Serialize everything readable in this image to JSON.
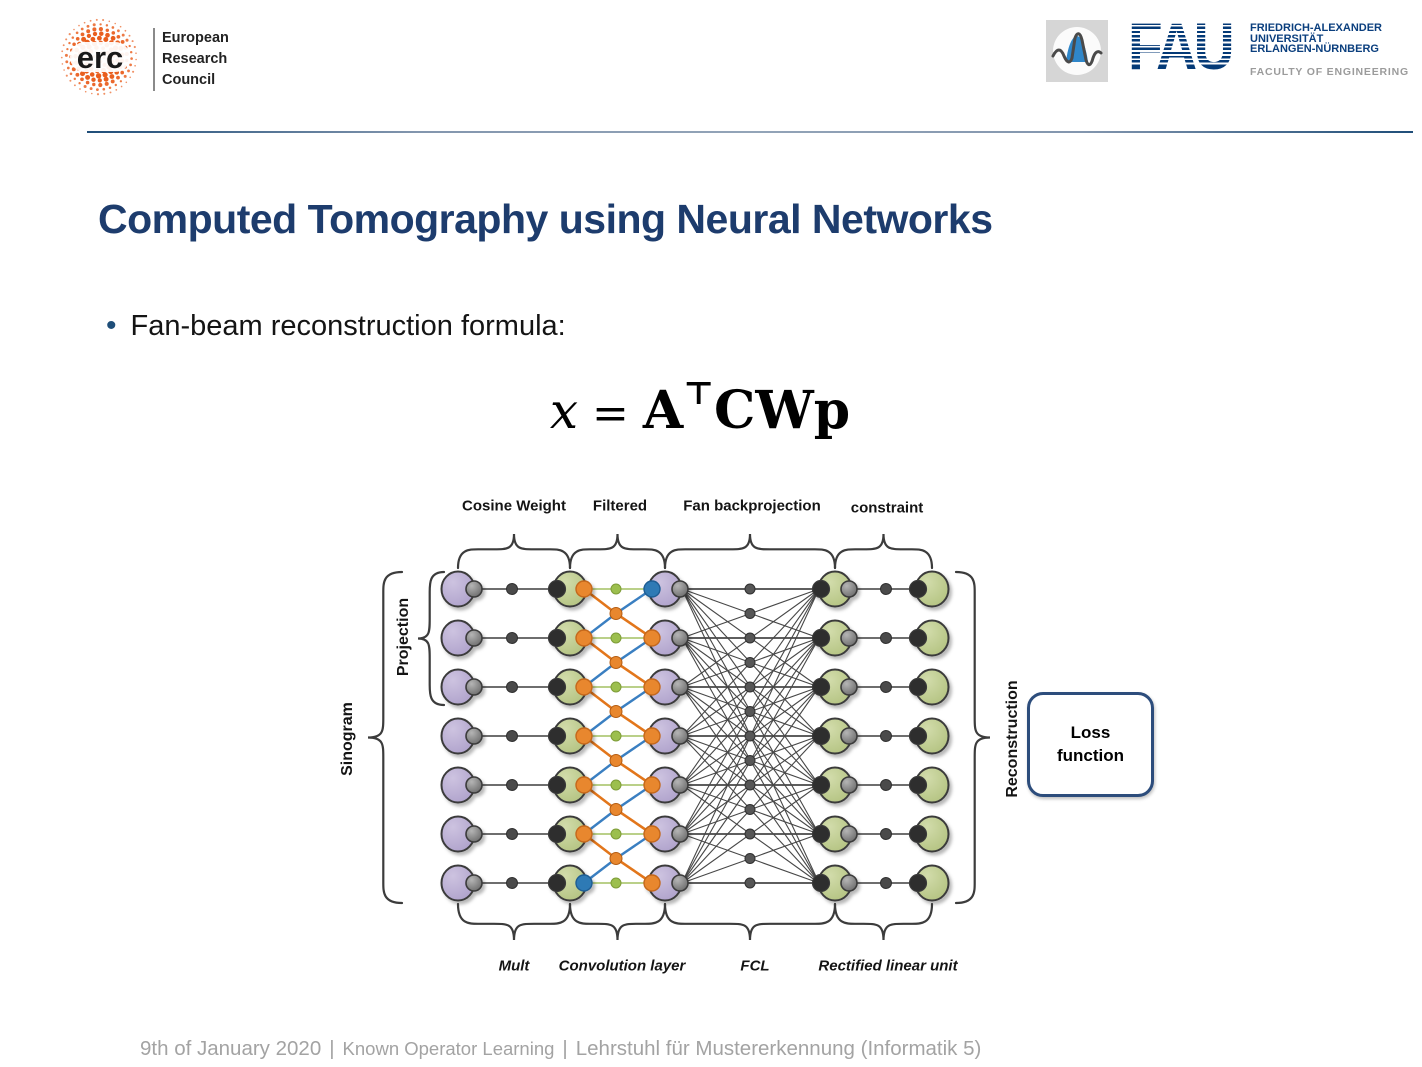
{
  "header": {
    "erc": {
      "acronym": "erc",
      "lines": [
        "European",
        "Research",
        "Council"
      ],
      "burst_color": "#e95d1c"
    },
    "lab_icon": "pattern-recognition-wave-icon",
    "fau": {
      "acronym": "FAU",
      "name_lines": [
        "FRIEDRICH-ALEXANDER",
        "UNIVERSITÄT",
        "ERLANGEN-NÜRNBERG"
      ],
      "faculty": "FACULTY OF ENGINEERING",
      "brand_color": "#043a77"
    }
  },
  "title": "Computed Tomography using Neural Networks",
  "bullet": {
    "glyph": "•",
    "text": "Fan-beam reconstruction formula:"
  },
  "formula": {
    "lhs": "x",
    "equals": "=",
    "operator": "A",
    "transpose": "⊤",
    "factors": "CWp"
  },
  "diagram": {
    "top_labels": [
      "Cosine Weight",
      "Filtered",
      "Fan backprojection",
      "constraint"
    ],
    "bottom_labels": [
      "Mult",
      "Convolution layer",
      "FCL",
      "Rectified linear unit"
    ],
    "left_label_outer": "Sinogram",
    "left_label_inner": "Projection",
    "right_label": "Reconstruction",
    "loss_box_label": "Loss function",
    "rows": 7,
    "layers": [
      "sinogram-input",
      "cosine-weight",
      "filtered",
      "fan-backprojection",
      "constraint-output"
    ],
    "colors": {
      "node_purple": "#b0a3cc",
      "node_purple_hi": "#cdc3e0",
      "node_green": "#b5c483",
      "node_green_hi": "#d2dcab",
      "accent_orange": "#e8872e",
      "accent_orange_line": "#e2761b",
      "accent_blue": "#2f7ab5",
      "accent_blue_line": "#3a7fc1",
      "green_line": "#a3c162",
      "attach_gray": "#8a8a8a",
      "attach_black": "#2d2d2d",
      "line": "#3f3f3f",
      "brace": "#3c3c3c"
    }
  },
  "footer": {
    "date": "9th of January 2020",
    "sep": "|",
    "course": "Known Operator Learning",
    "institute": "Lehrstuhl für Mustererkennung (Informatik 5)"
  }
}
